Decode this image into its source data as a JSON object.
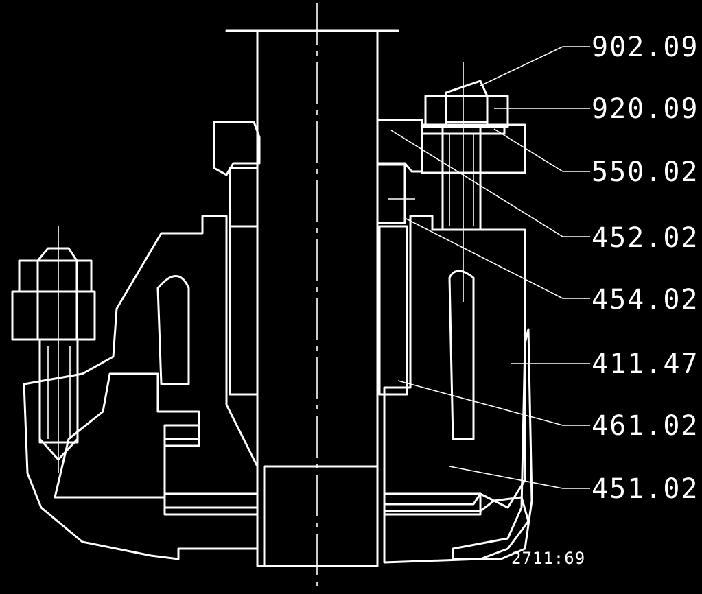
{
  "drawing": {
    "background": "#000000",
    "line_color": "#ffffff",
    "drawing_number": "2711:69",
    "callouts": [
      {
        "id": "902-09",
        "label": "902.09"
      },
      {
        "id": "920-09",
        "label": "920.09"
      },
      {
        "id": "550-02",
        "label": "550.02"
      },
      {
        "id": "452-02",
        "label": "452.02"
      },
      {
        "id": "454-02",
        "label": "454.02"
      },
      {
        "id": "411-47",
        "label": "411.47"
      },
      {
        "id": "461-02",
        "label": "461.02"
      },
      {
        "id": "451-02",
        "label": "451.02"
      }
    ]
  }
}
